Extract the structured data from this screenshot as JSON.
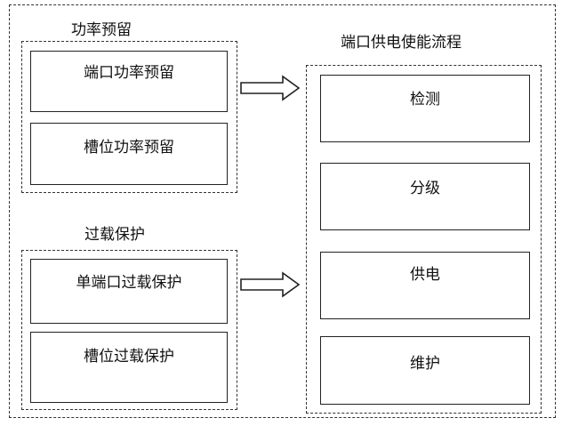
{
  "power_reservation": {
    "title": "功率预留",
    "items": [
      "端口功率预留",
      "槽位功率预留"
    ]
  },
  "overload_protection": {
    "title": "过载保护",
    "items": [
      "单端口过载保护",
      "槽位过载保护"
    ]
  },
  "enable_flow": {
    "title": "端口供电使能流程",
    "steps": [
      "检测",
      "分级",
      "供电",
      "维护"
    ]
  }
}
